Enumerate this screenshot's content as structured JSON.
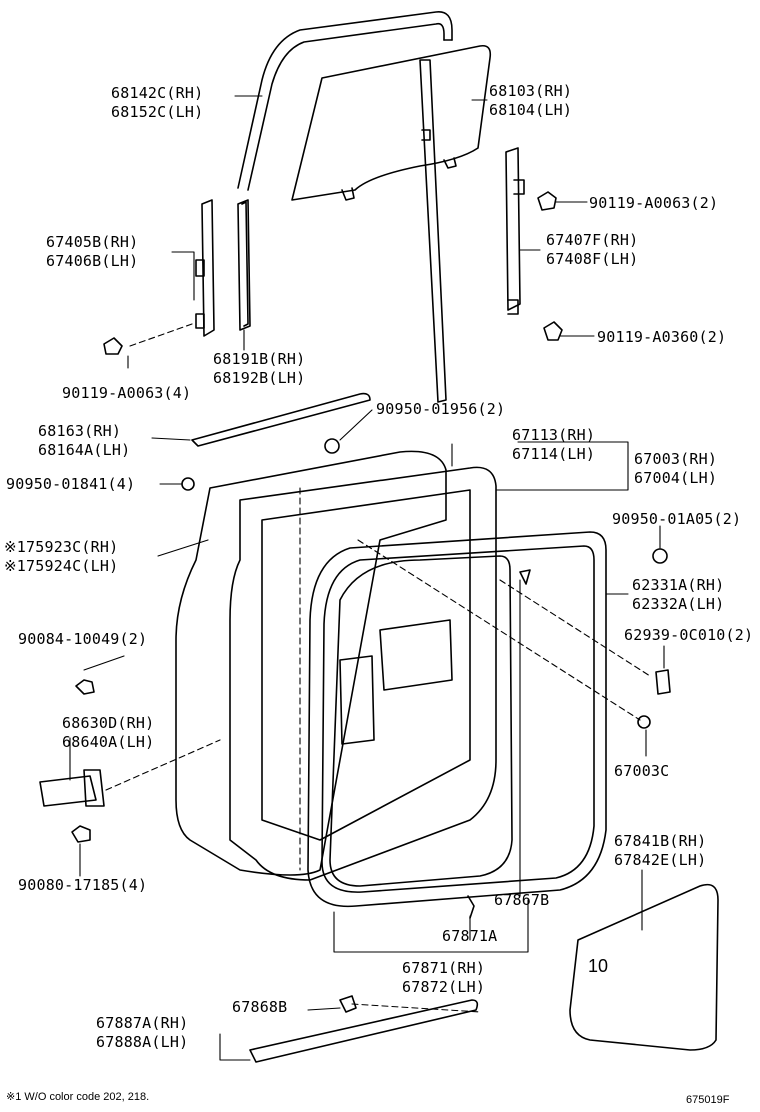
{
  "labels": {
    "p68142c": "68142C(RH)",
    "p68152c": "68152C(LH)",
    "p68103": "68103(RH)",
    "p68104": "68104(LH)",
    "p90119a0063_2": "90119-A0063(2)",
    "p67405b": "67405B(RH)",
    "p67406b": "67406B(LH)",
    "p67407f": "67407F(RH)",
    "p67408f": "67408F(LH)",
    "p90119a0360": "90119-A0360(2)",
    "p90119a0063_4": "90119-A0063(4)",
    "p68191b": "68191B(RH)",
    "p68192b": "68192B(LH)",
    "p68163": "68163(RH)",
    "p68164a": "68164A(LH)",
    "p9095001956": "90950-01956(2)",
    "p67113": "67113(RH)",
    "p67114": "67114(LH)",
    "p67003": "67003(RH)",
    "p67004": "67004(LH)",
    "p9095001841": "90950-01841(4)",
    "p9095001a05": "90950-01A05(2)",
    "p75923c": "※175923C(RH)",
    "p75924c": "※175924C(LH)",
    "p62331a": "62331A(RH)",
    "p62332a": "62332A(LH)",
    "p629390c010": "62939-0C010(2)",
    "p9008410049": "90084-10049(2)",
    "p68630d": "68630D(RH)",
    "p68640a": "68640A(LH)",
    "p67003c": "67003C",
    "p67841b": "67841B(RH)",
    "p67842e": "67842E(LH)",
    "p9008017185": "90080-17185(4)",
    "p67867b": "67867B",
    "p67871a": "67871A",
    "p67871": "67871(RH)",
    "p67872": "67872(LH)",
    "p67868b": "67868B",
    "p67887a": "67887A(RH)",
    "p67888a": "67888A(LH)"
  },
  "footnote": "※1 W/O color code 202, 218.",
  "figure_number": "675019F"
}
